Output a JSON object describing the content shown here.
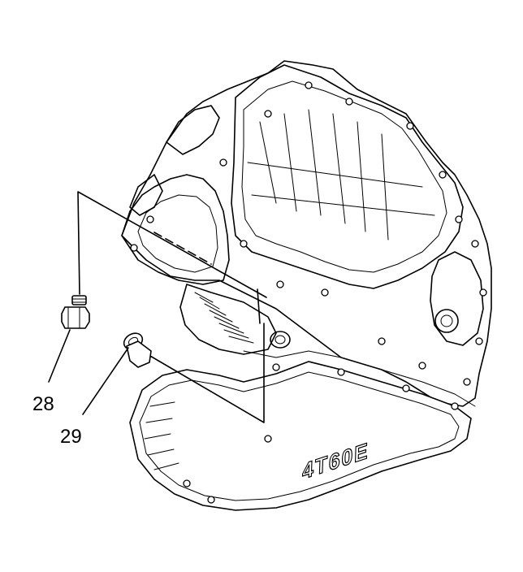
{
  "callouts": [
    {
      "id": "28",
      "label": "28"
    },
    {
      "id": "29",
      "label": "29"
    }
  ],
  "pan_marking": "4T60E"
}
